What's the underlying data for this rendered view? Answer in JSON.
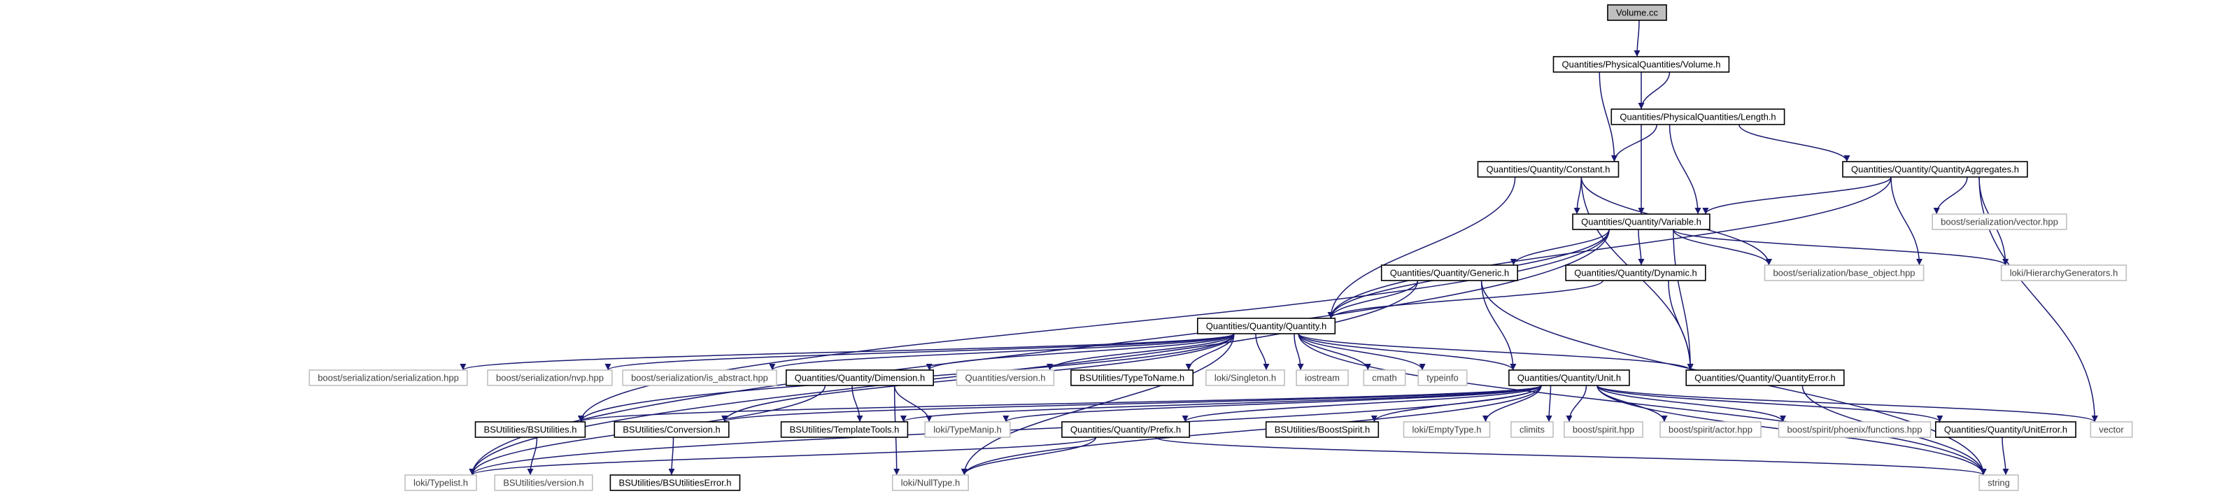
{
  "diagram": {
    "title": "",
    "colors": {
      "edge": "#191970",
      "local_border": "#000000",
      "external_border": "#bfbfbf",
      "external_text": "#404040",
      "root_fill": "#bfbfbf",
      "text": "#000000"
    },
    "nodes": [
      {
        "id": "volume_cc",
        "label": "Volume.cc",
        "kind": "root"
      },
      {
        "id": "volume_h",
        "label": "Quantities/PhysicalQuantities/Volume.h",
        "kind": "local"
      },
      {
        "id": "length_h",
        "label": "Quantities/PhysicalQuantities/Length.h",
        "kind": "local"
      },
      {
        "id": "constant_h",
        "label": "Quantities/Quantity/Constant.h",
        "kind": "local"
      },
      {
        "id": "aggregates_h",
        "label": "Quantities/Quantity/QuantityAggregates.h",
        "kind": "local"
      },
      {
        "id": "variable_h",
        "label": "Quantities/Quantity/Variable.h",
        "kind": "local"
      },
      {
        "id": "ser_vector",
        "label": "boost/serialization/vector.hpp",
        "kind": "external"
      },
      {
        "id": "generic_h",
        "label": "Quantities/Quantity/Generic.h",
        "kind": "local"
      },
      {
        "id": "dynamic_h",
        "label": "Quantities/Quantity/Dynamic.h",
        "kind": "local"
      },
      {
        "id": "base_object",
        "label": "boost/serialization/base_object.hpp",
        "kind": "external"
      },
      {
        "id": "hiergen",
        "label": "loki/HierarchyGenerators.h",
        "kind": "external"
      },
      {
        "id": "quantity_h",
        "label": "Quantities/Quantity/Quantity.h",
        "kind": "local"
      },
      {
        "id": "ser_serialization",
        "label": "boost/serialization/serialization.hpp",
        "kind": "external"
      },
      {
        "id": "ser_nvp",
        "label": "boost/serialization/nvp.hpp",
        "kind": "external"
      },
      {
        "id": "ser_is_abstract",
        "label": "boost/serialization/is_abstract.hpp",
        "kind": "external"
      },
      {
        "id": "dimension_h",
        "label": "Quantities/Quantity/Dimension.h",
        "kind": "local"
      },
      {
        "id": "qversion_h",
        "label": "Quantities/version.h",
        "kind": "external"
      },
      {
        "id": "typetoname_h",
        "label": "BSUtilities/TypeToName.h",
        "kind": "local"
      },
      {
        "id": "singleton_h",
        "label": "loki/Singleton.h",
        "kind": "external"
      },
      {
        "id": "iostream",
        "label": "iostream",
        "kind": "external"
      },
      {
        "id": "cmath",
        "label": "cmath",
        "kind": "external"
      },
      {
        "id": "typeinfo",
        "label": "typeinfo",
        "kind": "external"
      },
      {
        "id": "unit_h",
        "label": "Quantities/Quantity/Unit.h",
        "kind": "local"
      },
      {
        "id": "quantityerror_h",
        "label": "Quantities/Quantity/QuantityError.h",
        "kind": "local"
      },
      {
        "id": "bsutilities_h",
        "label": "BSUtilities/BSUtilities.h",
        "kind": "local"
      },
      {
        "id": "conversion_h",
        "label": "BSUtilities/Conversion.h",
        "kind": "local"
      },
      {
        "id": "templatetools_h",
        "label": "BSUtilities/TemplateTools.h",
        "kind": "local"
      },
      {
        "id": "typemanip_h",
        "label": "loki/TypeManip.h",
        "kind": "external"
      },
      {
        "id": "prefix_h",
        "label": "Quantities/Quantity/Prefix.h",
        "kind": "local"
      },
      {
        "id": "boostspirit_h",
        "label": "BSUtilities/BoostSpirit.h",
        "kind": "local"
      },
      {
        "id": "emptytype_h",
        "label": "loki/EmptyType.h",
        "kind": "external"
      },
      {
        "id": "climits",
        "label": "climits",
        "kind": "external"
      },
      {
        "id": "spirit_hpp",
        "label": "boost/spirit.hpp",
        "kind": "external"
      },
      {
        "id": "spirit_actor",
        "label": "boost/spirit/actor.hpp",
        "kind": "external"
      },
      {
        "id": "phoenix_functions",
        "label": "boost/spirit/phoenix/functions.hpp",
        "kind": "external"
      },
      {
        "id": "uniterror_h",
        "label": "Quantities/Quantity/UnitError.h",
        "kind": "local"
      },
      {
        "id": "vector",
        "label": "vector",
        "kind": "external"
      },
      {
        "id": "typelist_h",
        "label": "loki/Typelist.h",
        "kind": "external"
      },
      {
        "id": "bsversion_h",
        "label": "BSUtilities/version.h",
        "kind": "external"
      },
      {
        "id": "bserror_h",
        "label": "BSUtilities/BSUtilitiesError.h",
        "kind": "local"
      },
      {
        "id": "nulltype_h",
        "label": "loki/NullType.h",
        "kind": "external"
      },
      {
        "id": "string",
        "label": "string",
        "kind": "external"
      }
    ],
    "edges": [
      [
        "volume_cc",
        "volume_h"
      ],
      [
        "volume_h",
        "length_h"
      ],
      [
        "volume_h",
        "constant_h"
      ],
      [
        "volume_h",
        "variable_h"
      ],
      [
        "length_h",
        "constant_h"
      ],
      [
        "length_h",
        "variable_h"
      ],
      [
        "length_h",
        "aggregates_h"
      ],
      [
        "constant_h",
        "variable_h"
      ],
      [
        "constant_h",
        "quantity_h"
      ],
      [
        "constant_h",
        "quantityerror_h"
      ],
      [
        "constant_h",
        "base_object"
      ],
      [
        "aggregates_h",
        "variable_h"
      ],
      [
        "aggregates_h",
        "ser_vector"
      ],
      [
        "aggregates_h",
        "base_object"
      ],
      [
        "aggregates_h",
        "hiergen"
      ],
      [
        "aggregates_h",
        "quantity_h"
      ],
      [
        "aggregates_h",
        "vector"
      ],
      [
        "variable_h",
        "generic_h"
      ],
      [
        "variable_h",
        "dynamic_h"
      ],
      [
        "variable_h",
        "base_object"
      ],
      [
        "variable_h",
        "hiergen"
      ],
      [
        "variable_h",
        "quantity_h"
      ],
      [
        "variable_h",
        "quantityerror_h"
      ],
      [
        "variable_h",
        "typelist_h"
      ],
      [
        "variable_h",
        "bsutilities_h"
      ],
      [
        "generic_h",
        "quantity_h"
      ],
      [
        "generic_h",
        "unit_h"
      ],
      [
        "generic_h",
        "string"
      ],
      [
        "generic_h",
        "typelist_h"
      ],
      [
        "dynamic_h",
        "quantity_h"
      ],
      [
        "dynamic_h",
        "quantityerror_h"
      ],
      [
        "quantity_h",
        "ser_serialization"
      ],
      [
        "quantity_h",
        "ser_nvp"
      ],
      [
        "quantity_h",
        "ser_is_abstract"
      ],
      [
        "quantity_h",
        "dimension_h"
      ],
      [
        "quantity_h",
        "qversion_h"
      ],
      [
        "quantity_h",
        "typetoname_h"
      ],
      [
        "quantity_h",
        "singleton_h"
      ],
      [
        "quantity_h",
        "iostream"
      ],
      [
        "quantity_h",
        "cmath"
      ],
      [
        "quantity_h",
        "typeinfo"
      ],
      [
        "quantity_h",
        "unit_h"
      ],
      [
        "quantity_h",
        "quantityerror_h"
      ],
      [
        "quantity_h",
        "bsutilities_h"
      ],
      [
        "quantity_h",
        "conversion_h"
      ],
      [
        "quantity_h",
        "nulltype_h"
      ],
      [
        "quantity_h",
        "string"
      ],
      [
        "dimension_h",
        "templatetools_h"
      ],
      [
        "dimension_h",
        "typemanip_h"
      ],
      [
        "dimension_h",
        "typelist_h"
      ],
      [
        "dimension_h",
        "nulltype_h"
      ],
      [
        "unit_h",
        "bsutilities_h"
      ],
      [
        "unit_h",
        "conversion_h"
      ],
      [
        "unit_h",
        "templatetools_h"
      ],
      [
        "unit_h",
        "typemanip_h"
      ],
      [
        "unit_h",
        "prefix_h"
      ],
      [
        "unit_h",
        "boostspirit_h"
      ],
      [
        "unit_h",
        "emptytype_h"
      ],
      [
        "unit_h",
        "climits"
      ],
      [
        "unit_h",
        "spirit_hpp"
      ],
      [
        "unit_h",
        "spirit_actor"
      ],
      [
        "unit_h",
        "phoenix_functions"
      ],
      [
        "unit_h",
        "uniterror_h"
      ],
      [
        "unit_h",
        "vector"
      ],
      [
        "unit_h",
        "typelist_h"
      ],
      [
        "unit_h",
        "nulltype_h"
      ],
      [
        "unit_h",
        "string"
      ],
      [
        "quantityerror_h",
        "string"
      ],
      [
        "prefix_h",
        "typelist_h"
      ],
      [
        "prefix_h",
        "nulltype_h"
      ],
      [
        "prefix_h",
        "string"
      ],
      [
        "bsutilities_h",
        "bsversion_h"
      ],
      [
        "conversion_h",
        "bserror_h"
      ],
      [
        "uniterror_h",
        "string"
      ]
    ]
  }
}
